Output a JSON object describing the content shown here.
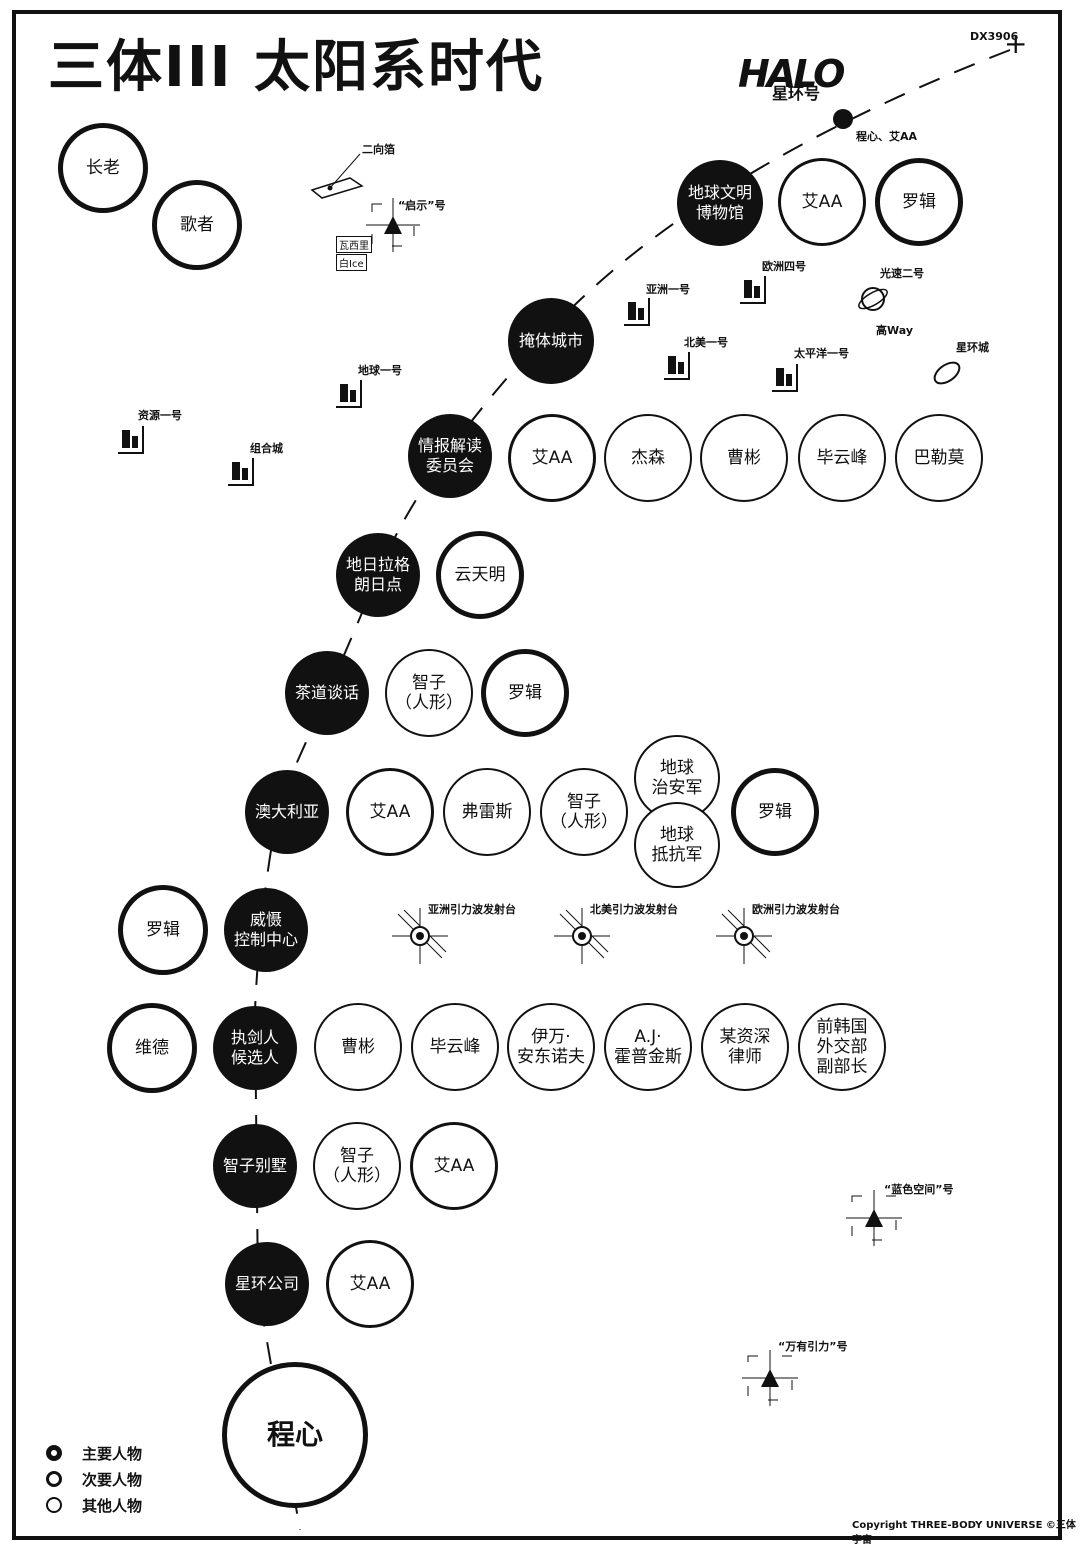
{
  "title": "三体III 太阳系时代",
  "code": "DX3906",
  "plus": "+",
  "logo": {
    "text": "HALO",
    "sub": "星环号"
  },
  "labels": {
    "cheng_ai": "程心、艾AA",
    "erxiangbo": "二向箔",
    "qishi": "“启示”号",
    "wasi": "瓦西里",
    "baiice": "白Ice",
    "ziyuan": "资源一号",
    "zuhe": "组合城",
    "diqiu1": "地球一号",
    "yazhou1": "亚洲一号",
    "ouzhou4": "欧洲四号",
    "guangsu2": "光速二号",
    "gaoway": "高Way",
    "beimei1": "北美一号",
    "taiping1": "太平洋一号",
    "xinghuancheng": "星环城",
    "yazhou_yl": "亚洲引力波发射台",
    "beimei_yl": "北美引力波发射台",
    "ouzhou_yl": "欧洲引力波发射台",
    "lanse": "“蓝色空间”号",
    "wanyou": "“万有引力”号"
  },
  "nodes": {
    "zhanglao": "长老",
    "gezhe": "歌者",
    "museum": "地球文明\n博物馆",
    "m_ai": "艾AA",
    "m_luoji": "罗辑",
    "yanti": "掩体城市",
    "qingbao": "情报解读\n委员会",
    "q_ai": "艾AA",
    "q_jiesen": "杰森",
    "q_caobin": "曹彬",
    "q_bi": "毕云峰",
    "q_ba": "巴勒莫",
    "lagrange": "地日拉格\n朗日点",
    "l_yun": "云天明",
    "chadao": "茶道谈话",
    "c_zhizi": "智子\n（人形）",
    "c_luoji": "罗辑",
    "aus": "澳大利亚",
    "a_ai": "艾AA",
    "a_fu": "弗雷斯",
    "a_zhizi": "智子\n（人形）",
    "a_zhian": "地球\n治安军",
    "a_dikang": "地球\n抵抗军",
    "a_luoji": "罗辑",
    "weishe": "威慑\n控制中心",
    "w_luoji": "罗辑",
    "zhijian": "执剑人\n候选人",
    "z_weide": "维德",
    "z_caobin": "曹彬",
    "z_bi": "毕云峰",
    "z_ivan": "伊万·\n安东诺夫",
    "z_aj": "A.J·\n霍普金斯",
    "z_lawyer": "某资深\n律师",
    "z_korea": "前韩国\n外交部\n副部长",
    "zhizibieshu": "智子别墅",
    "zb_zhizi": "智子\n（人形）",
    "zb_ai": "艾AA",
    "xinghuan": "星环公司",
    "x_ai": "艾AA",
    "chengxin": "程心"
  },
  "legend": [
    "主要人物",
    "次要人物",
    "其他人物"
  ],
  "copyright": "Copyright THREE-BODY UNIVERSE  ©三体宇宙"
}
